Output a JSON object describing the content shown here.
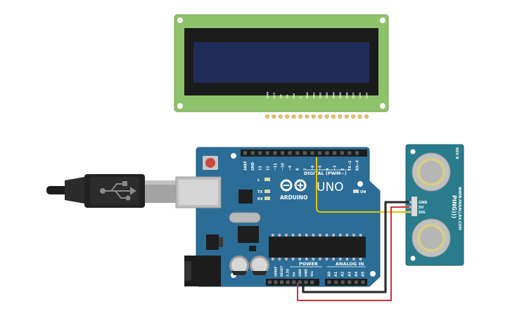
{
  "lcd": {
    "pin_labels": [
      "GND",
      "VCC",
      "V0",
      "RS",
      "RW",
      "E",
      "DB0",
      "DB1",
      "DB2",
      "DB3",
      "DB4",
      "DB5",
      "DB6",
      "DB7",
      "LED",
      "LED"
    ]
  },
  "arduino": {
    "brand": "ARDUINO",
    "model": "UNO",
    "digital_header": "DIGITAL (PWM~)",
    "digital_pins": [
      "AREF",
      "GND",
      "13",
      "12",
      "~11",
      "~10",
      "~9",
      "8",
      "7",
      "~6",
      "~5",
      "4",
      "~3",
      "2",
      "TX→1",
      "RX←0"
    ],
    "led_labels": [
      "L",
      "TX",
      "RX"
    ],
    "on_label": "ON",
    "power_header": "POWER",
    "analog_header": "ANALOG IN",
    "power_pins": [
      "IOREF",
      "RESET",
      "3.3V",
      "5V",
      "GND",
      "GND",
      "Vin"
    ],
    "analog_pins": [
      "A0",
      "A1",
      "A2",
      "A3",
      "A4",
      "A5"
    ]
  },
  "ping": {
    "name": "PING)))",
    "website": "WWW.PARALLAX.COM",
    "rev": "REV B",
    "pins": [
      "GND",
      "5V",
      "SIG"
    ]
  },
  "colors": {
    "arduino_board": "#2b6d97",
    "lcd_board": "#8fc36b",
    "lcd_screen": "#1f2c5a",
    "ping_board": "#2a7b8c",
    "wire_signal": "#e6c200",
    "wire_power": "#d63030",
    "wire_ground": "#2a2a2a"
  }
}
